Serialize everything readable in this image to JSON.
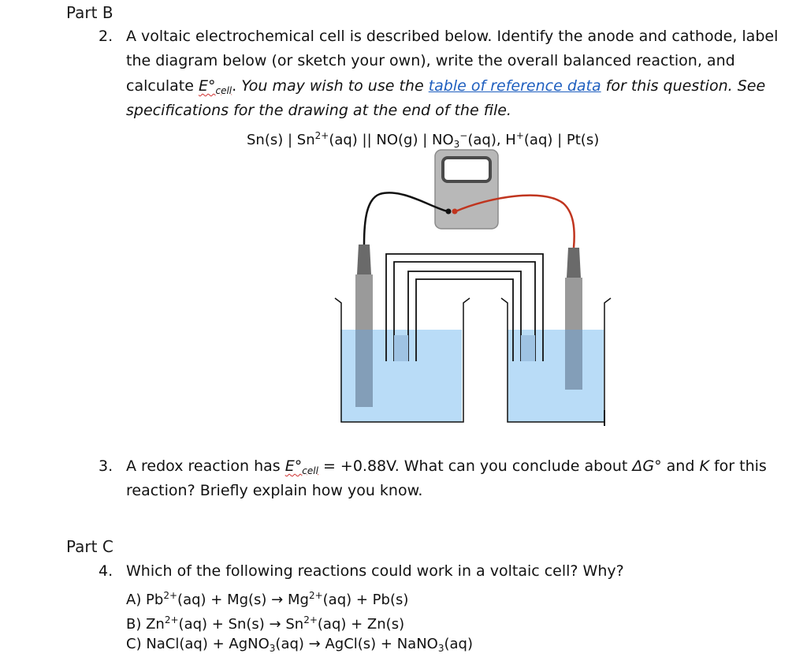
{
  "part_b": {
    "heading": "Part B",
    "q2": {
      "number": "2.",
      "line1": "A voltaic electrochemical cell is described below. Identify the anode and cathode, label",
      "line2": "the diagram below (or sketch your own), write the overall balanced reaction, and",
      "line3_pre": "calculate ",
      "e_symbol": "E°",
      "e_sub": "cell",
      "line3_dot": ". ",
      "line3_italic": "You may wish to use the ",
      "link_text": "table of reference data",
      "line3_after": " for this question. See",
      "line4": "specifications for the drawing at the end of the file.",
      "cell_notation": {
        "p1": "Sn(s) | Sn",
        "sup1": "2+",
        "p2": "(aq) || NO(g) | NO",
        "sub1": "3",
        "sup2": "−",
        "p3": "(aq), H",
        "sup3": "+",
        "p4": "(aq) | Pt(s)"
      }
    },
    "q3": {
      "number": "3.",
      "line1_pre": "A redox reaction has ",
      "e_symbol": "E°",
      "e_sub": "cell",
      "line1_mid": " = +0.88V. What can you conclude about ",
      "dg": "ΔG°",
      "and": " and ",
      "k": "K",
      "line1_end": " for this",
      "line2": "reaction? Briefly explain how you know."
    }
  },
  "part_c": {
    "heading": "Part C",
    "q4": {
      "number": "4.",
      "line1": "Which of the following reactions could work in a voltaic cell? Why?",
      "a": {
        "p1": "A) Pb",
        "s1": "2+",
        "p2": "(aq) + Mg(s) → Mg",
        "s2": "2+",
        "p3": "(aq) + Pb(s)"
      },
      "b": {
        "p1": "B) Zn",
        "s1": "2+",
        "p2": "(aq) + Sn(s) → Sn",
        "s2": "2+",
        "p3": "(aq) + Zn(s)"
      },
      "c": {
        "p1": "C) NaCl(aq) + AgNO",
        "s1": "3",
        "p2": "(aq) → AgCl(s) + NaNO",
        "s2": "3",
        "p3": "(aq)"
      }
    }
  },
  "diagram": {
    "colors": {
      "solution": "#b9dcf7",
      "electrode": "#9a9a9a",
      "electrode_cap": "#6a6a6a",
      "voltmeter": "#b8b8b8",
      "wire_black": "#111111",
      "wire_red": "#c0351f"
    }
  }
}
